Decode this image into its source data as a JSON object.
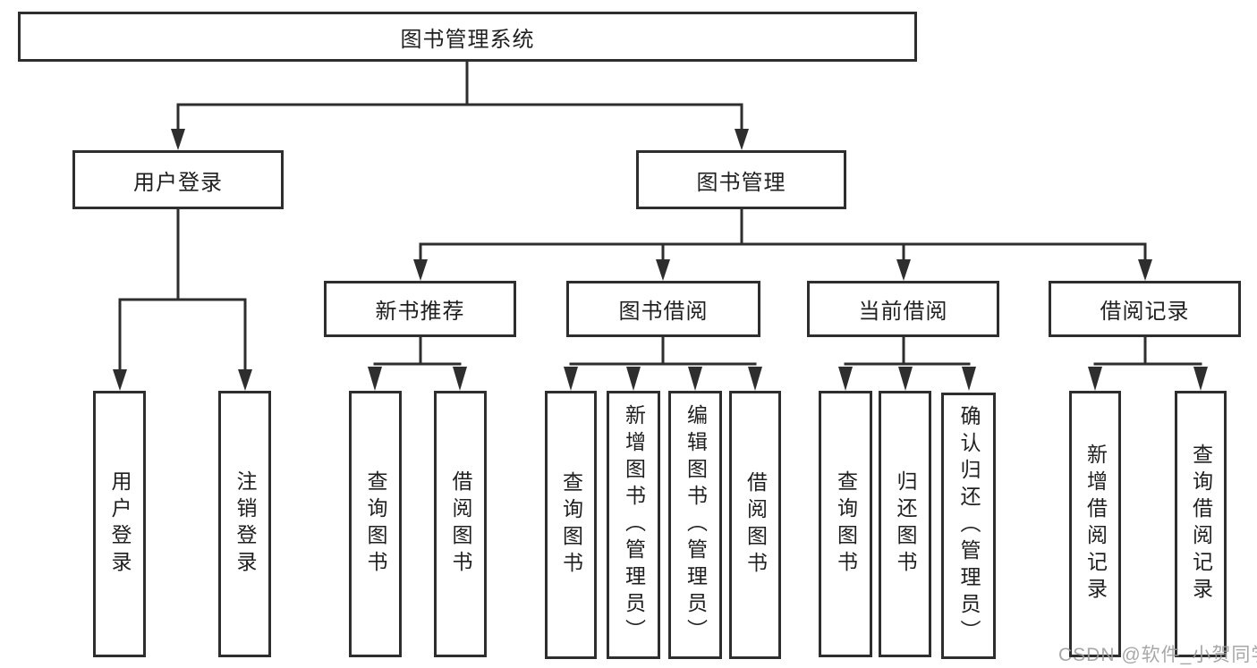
{
  "diagram_title": "图书管理系统",
  "tree": {
    "label": "图书管理系统",
    "children": [
      {
        "label": "用户登录",
        "children": [
          {
            "label": "用户登录"
          },
          {
            "label": "注销登录"
          }
        ]
      },
      {
        "label": "图书管理",
        "children": [
          {
            "label": "新书推荐",
            "children": [
              {
                "label": "查询图书"
              },
              {
                "label": "借阅图书"
              }
            ]
          },
          {
            "label": "图书借阅",
            "children": [
              {
                "label": "查询图书"
              },
              {
                "label": "新增图书（管理员）"
              },
              {
                "label": "编辑图书（管理员）"
              },
              {
                "label": "借阅图书"
              }
            ]
          },
          {
            "label": "当前借阅",
            "children": [
              {
                "label": "查询图书"
              },
              {
                "label": "归还图书"
              },
              {
                "label": "确认归还（管理员）"
              }
            ]
          },
          {
            "label": "借阅记录",
            "children": [
              {
                "label": "新增借阅记录"
              },
              {
                "label": "查询借阅记录"
              }
            ]
          }
        ]
      }
    ]
  },
  "watermark": {
    "text": "CSDN @软件_小贺同学"
  },
  "colors": {
    "line": "#2e2e2e",
    "box_border": "#2e2e2e",
    "box_fill": "#ffffff",
    "text": "#1f1f1f",
    "background": "#ffffff",
    "watermark": "#9c9c9c"
  }
}
